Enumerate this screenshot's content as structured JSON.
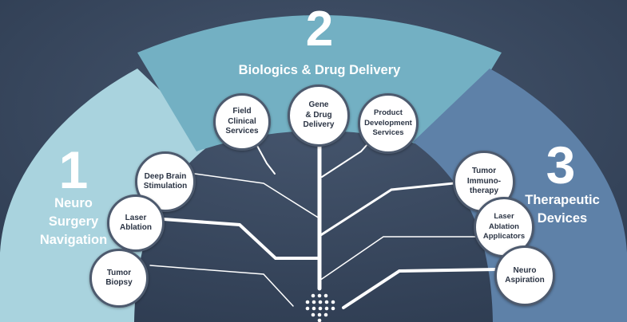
{
  "colors": {
    "background": "#334258",
    "section1": "#a9d3de",
    "section2": "#73b0c3",
    "section3": "#5e81a8",
    "branch": "#ffffff"
  },
  "sections": [
    {
      "number": "1",
      "title": "Neuro\nSurgery\nNavigation"
    },
    {
      "number": "2",
      "title": "Biologics & Drug Delivery"
    },
    {
      "number": "3",
      "title": "Therapeutic\nDevices"
    }
  ],
  "nodes": {
    "s1": [
      "Deep Brain\nStimulation",
      "Laser\nAblation",
      "Tumor\nBiopsy"
    ],
    "s2": [
      "Field\nClinical\nServices",
      "Gene\n& Drug\nDelivery",
      "Product\nDevelopment\nServices"
    ],
    "s3": [
      "Tumor\nImmuno-\ntherapy",
      "Laser\nAblation\nApplicators",
      "Neuro\nAspiration"
    ]
  }
}
